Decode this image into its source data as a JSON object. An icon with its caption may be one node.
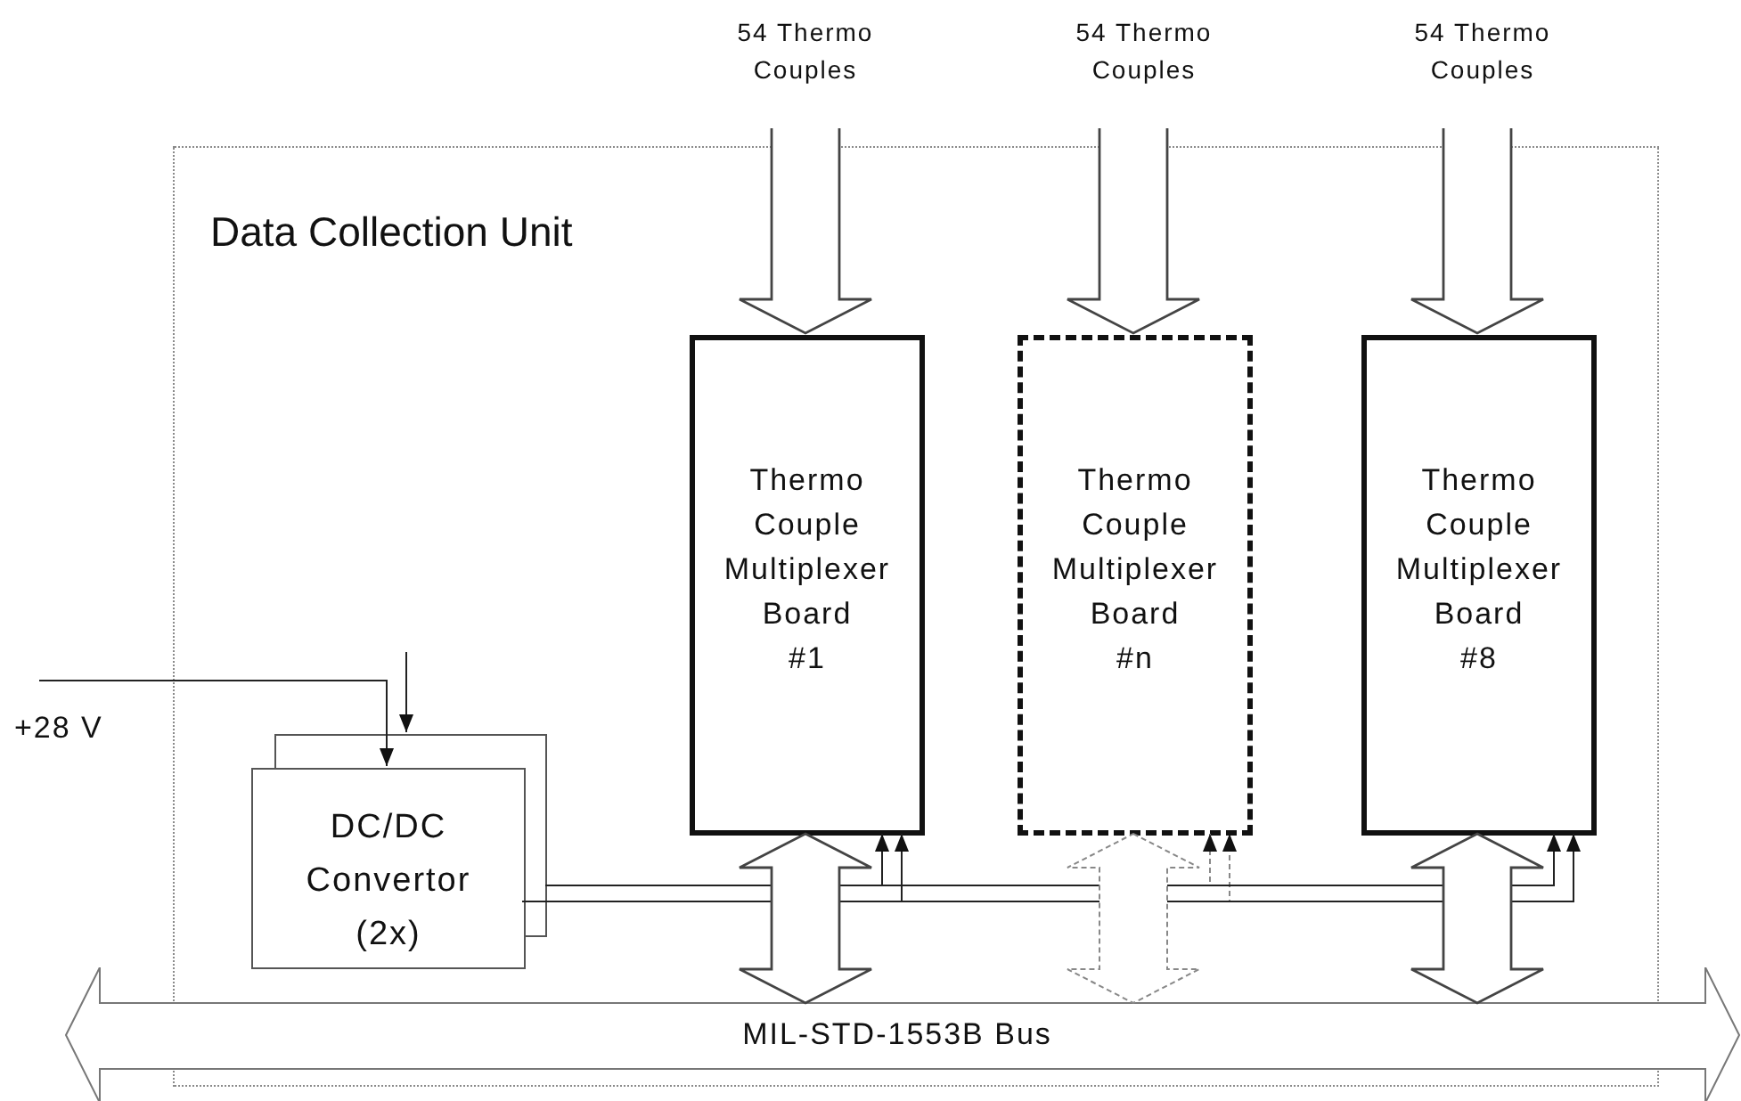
{
  "diagram": {
    "nodes": [
      {
        "text": [
          "54 Thermo Couples"
        ]
      },
      {
        "text": [
          "54 Thermo Couples"
        ]
      },
      {
        "text": [
          "54 Thermo Couples"
        ]
      },
      {
        "text": [
          "Data Collection Unit"
        ]
      },
      {
        "text": [
          "Thermo Couple Multiplexer Board",
          "#1"
        ],
        "in": 3
      },
      {
        "text": [
          "Thermo Couple Multiplexer Board",
          "#n"
        ],
        "in": 3
      },
      {
        "text": [
          "Thermo Couple Multiplexer Board",
          "#8"
        ],
        "in": 3
      },
      {
        "text": [
          "+28 V"
        ]
      },
      {
        "text": [
          "DC/DC Convertor (2x)"
        ],
        "in": 3
      },
      {
        "text": [
          "MIL-STD-1553B Bus"
        ]
      }
    ],
    "edges": [
      {
        "from": 0,
        "to": 4,
        "arrow": "to",
        "style": "thick"
      },
      {
        "from": 1,
        "to": 5,
        "arrow": "to",
        "style": "thick"
      },
      {
        "from": 2,
        "to": 6,
        "arrow": "to",
        "style": "thick"
      },
      {
        "from": 7,
        "to": 8,
        "arrow": "to"
      },
      {
        "from": null,
        "to": 8,
        "arrow": "to"
      },
      {
        "from": 8,
        "to": 4,
        "arrow": "to"
      },
      {
        "from": 8,
        "to": 4,
        "arrow": "to"
      },
      {
        "from": 8,
        "to": 5,
        "arrow": "to",
        "style": "dashed",
        "color": "#888888"
      },
      {
        "from": 8,
        "to": 5,
        "arrow": "to",
        "style": "dashed",
        "color": "#888888"
      },
      {
        "from": 8,
        "to": 6,
        "arrow": "to"
      },
      {
        "from": 8,
        "to": 6,
        "arrow": "to"
      },
      {
        "from": 4,
        "to": 9,
        "arrow": "both",
        "style": "thick"
      },
      {
        "from": 5,
        "to": 9,
        "arrow": "both",
        "style": "dashed",
        "color": "#888888"
      },
      {
        "from": 6,
        "to": 9,
        "arrow": "both",
        "style": "thick"
      }
    ]
  }
}
